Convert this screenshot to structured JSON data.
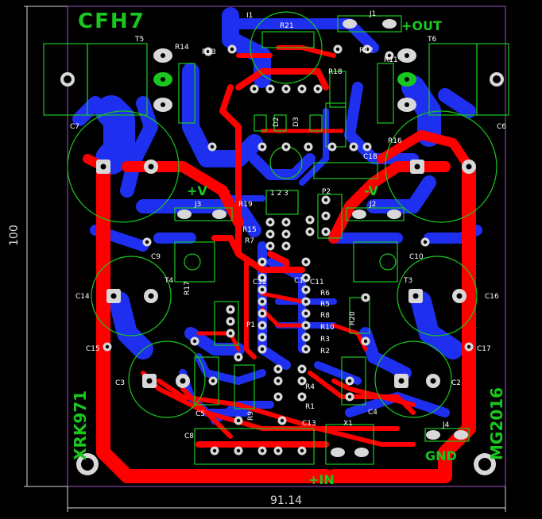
{
  "board": {
    "title": "CFH7",
    "author_left": "XRK971",
    "author_right": "MG2016",
    "dim_width": "91.14",
    "dim_height": "100",
    "colors": {
      "background": "#000000",
      "top_copper": "#ff0000",
      "bottom_copper": "#1e2ff0",
      "silk_green": "#19c81e",
      "outline_purple": "#a050c8",
      "pad_light": "#d8d8d8"
    }
  },
  "connectors": {
    "out": "+OUT",
    "gnd": "GND",
    "in": "+IN",
    "vplus": "+V",
    "vminus": "-V"
  },
  "labels": {
    "t5": "T5",
    "t6": "T6",
    "t3": "T3",
    "t4": "T4",
    "r14": "R14",
    "r13": "R13",
    "r12": "R12",
    "r11": "R11",
    "r21": "R21",
    "r18": "R18",
    "r16": "R16",
    "r19": "R19",
    "r15": "R15",
    "r7": "R7",
    "r17": "R17",
    "r20": "R20",
    "r6": "R6",
    "r5": "R5",
    "r8": "R8",
    "r3": "R3",
    "r2": "R2",
    "r10": "R10",
    "r4": "R4",
    "r1": "R1",
    "r9": "R9",
    "c1": "C1",
    "c2": "C2",
    "c3": "C3",
    "c4": "C4",
    "c5": "C5",
    "c6": "C6",
    "c7": "C7",
    "c8": "C8",
    "c9": "C9",
    "c10": "C10",
    "c11": "C11",
    "c12": "C12",
    "c13": "C13",
    "c14": "C14",
    "c15": "C15",
    "c16": "C16",
    "c17": "C17",
    "c18": "C18",
    "i1": "I1",
    "j1": "J1",
    "j2": "J2",
    "j3": "J3",
    "j4": "J4",
    "p1": "P1",
    "p2": "P2",
    "x1": "X1",
    "d2": "D2",
    "d3": "D3",
    "p2_pins": "1 2 3"
  }
}
